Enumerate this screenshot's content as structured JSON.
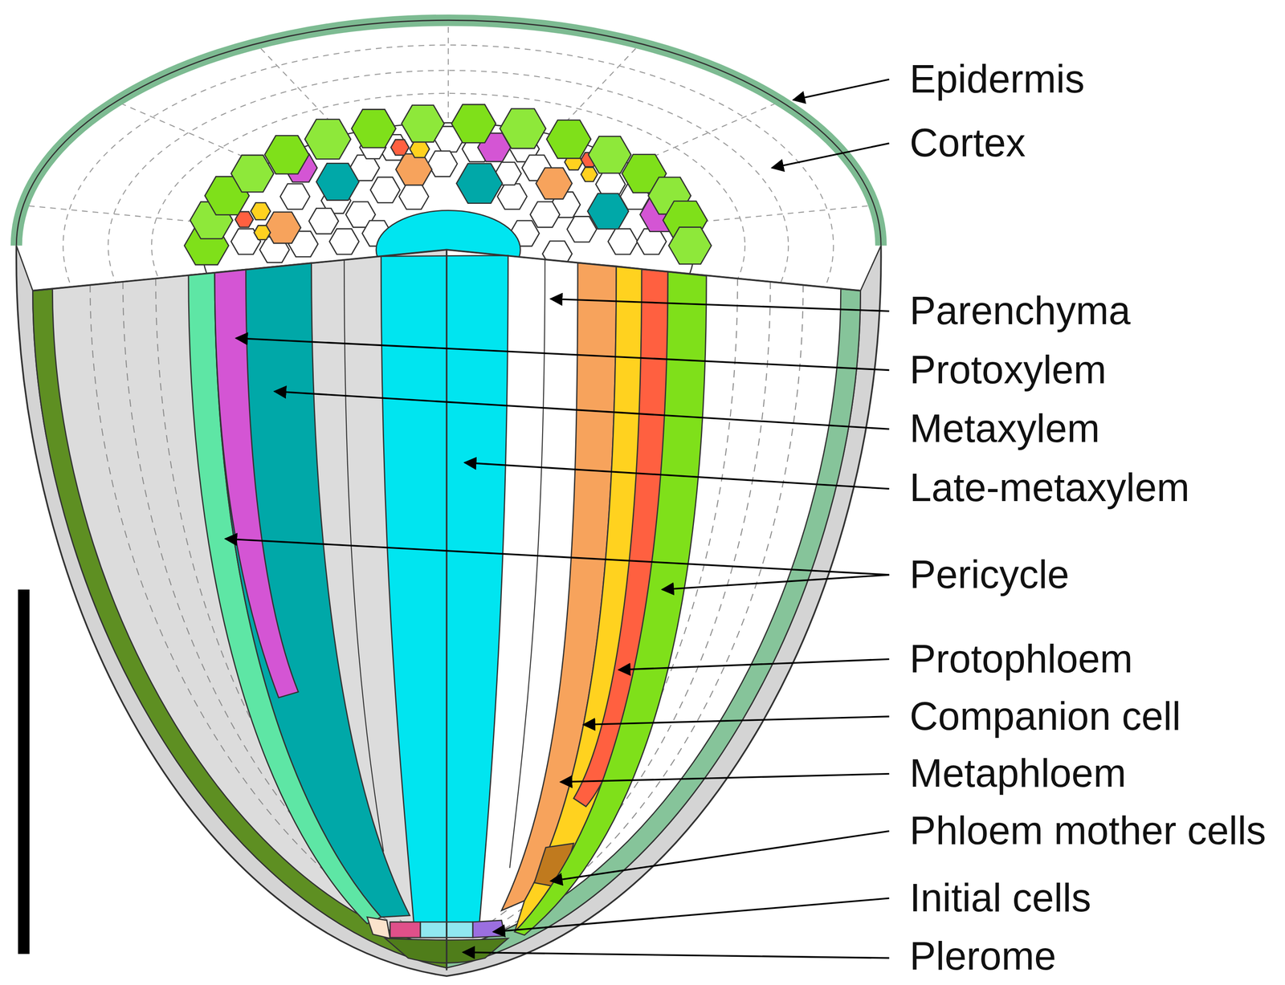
{
  "diagram": {
    "labels": [
      "Epidermis",
      "Cortex",
      "Parenchyma",
      "Protoxylem",
      "Metaxylem",
      "Late-metaxylem",
      "Pericycle",
      "Protophloem",
      "Companion cell",
      "Metaphloem",
      "Phloem mother cells",
      "Initial cells",
      "Plerome"
    ]
  }
}
